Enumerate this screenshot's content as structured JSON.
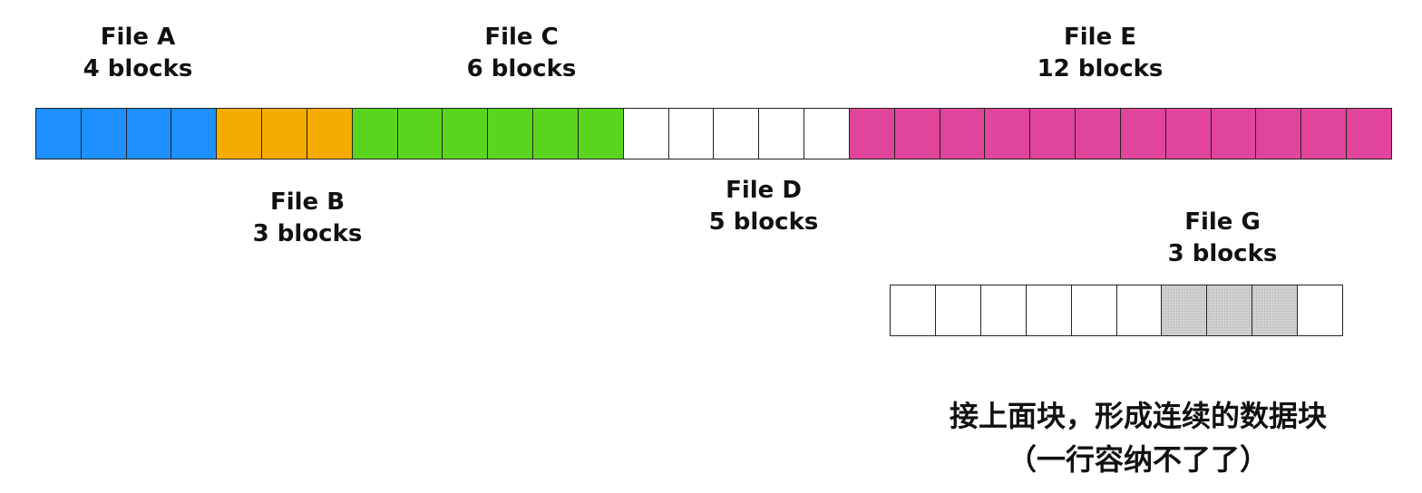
{
  "files": [
    {
      "key": "a",
      "name": "File A",
      "blocks": "4 blocks",
      "count": 4,
      "color": "#1e90ff"
    },
    {
      "key": "b",
      "name": "File B",
      "blocks": "3 blocks",
      "count": 3,
      "color": "#f5ab00"
    },
    {
      "key": "c",
      "name": "File C",
      "blocks": "6 blocks",
      "count": 6,
      "color": "#5ad51e"
    },
    {
      "key": "d",
      "name": "File D",
      "blocks": "5 blocks",
      "count": 5,
      "color": "#ffffff"
    },
    {
      "key": "e",
      "name": "File E",
      "blocks": "12 blocks",
      "count": 12,
      "color": "#e1449b"
    }
  ],
  "file_g": {
    "name": "File G",
    "blocks": "3 blocks",
    "cells": [
      "empty",
      "empty",
      "empty",
      "empty",
      "empty",
      "empty",
      "filled",
      "filled",
      "filled",
      "empty"
    ],
    "fill_color": "#d0d0d0"
  },
  "note": {
    "line1": "接上面块，形成连续的数据块",
    "line2": "（一行容纳不了了）"
  }
}
